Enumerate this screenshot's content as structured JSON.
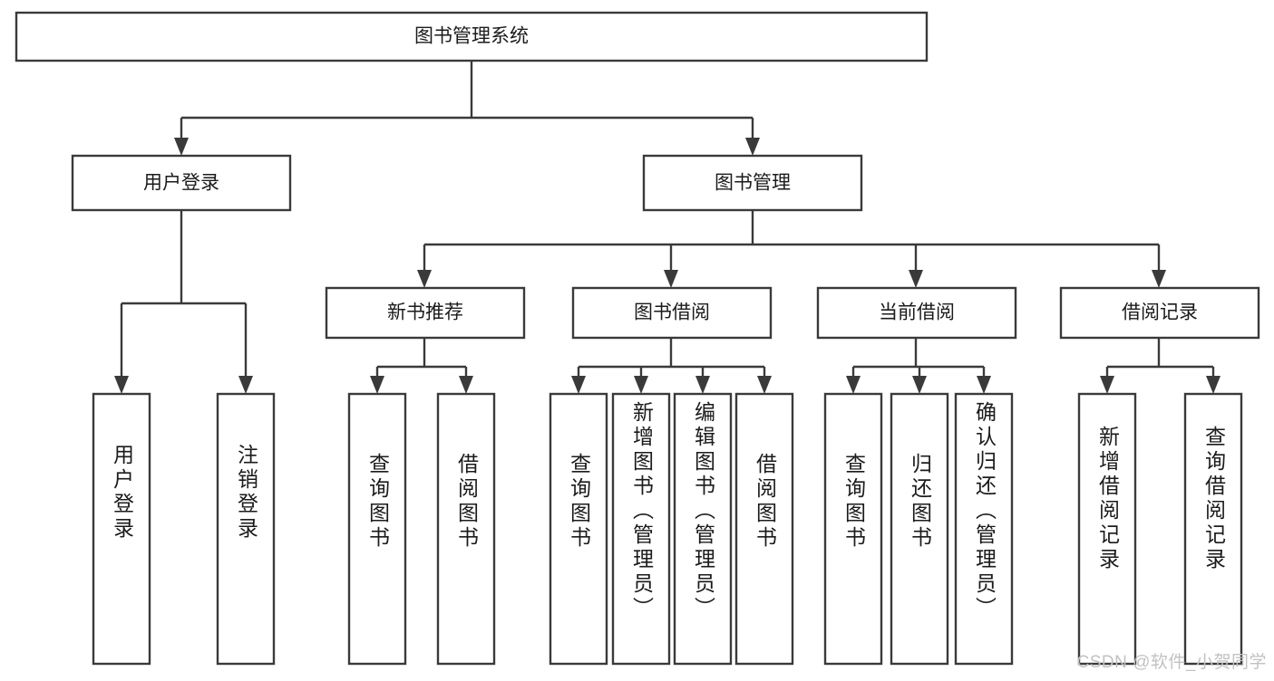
{
  "diagram": {
    "type": "hierarchy-tree",
    "title": "图书管理系统",
    "watermark": "CSDN @软件_小贺同学",
    "colors": {
      "box_fill": "#ffffff",
      "box_stroke": "#3a3a3a",
      "text": "#1b1b1b",
      "watermark": "#c2c2c2",
      "background": "#ffffff"
    },
    "root": {
      "label": "图书管理系统"
    },
    "level2": [
      {
        "label": "用户登录"
      },
      {
        "label": "图书管理"
      }
    ],
    "level3": [
      {
        "label": "新书推荐"
      },
      {
        "label": "图书借阅"
      },
      {
        "label": "当前借阅"
      },
      {
        "label": "借阅记录"
      }
    ],
    "leaves": {
      "user_login": [
        {
          "label": "用户登录"
        },
        {
          "label": "注销登录"
        }
      ],
      "new_book_recommend": [
        {
          "label": "查询图书"
        },
        {
          "label": "借阅图书"
        }
      ],
      "book_borrow": [
        {
          "label": "查询图书"
        },
        {
          "label": "新增图书（管理员）"
        },
        {
          "label": "编辑图书（管理员）"
        },
        {
          "label": "借阅图书"
        }
      ],
      "current_borrow": [
        {
          "label": "查询图书"
        },
        {
          "label": "归还图书"
        },
        {
          "label": "确认归还（管理员）"
        }
      ],
      "borrow_record": [
        {
          "label": "新增借阅记录"
        },
        {
          "label": "查询借阅记录"
        }
      ]
    }
  }
}
